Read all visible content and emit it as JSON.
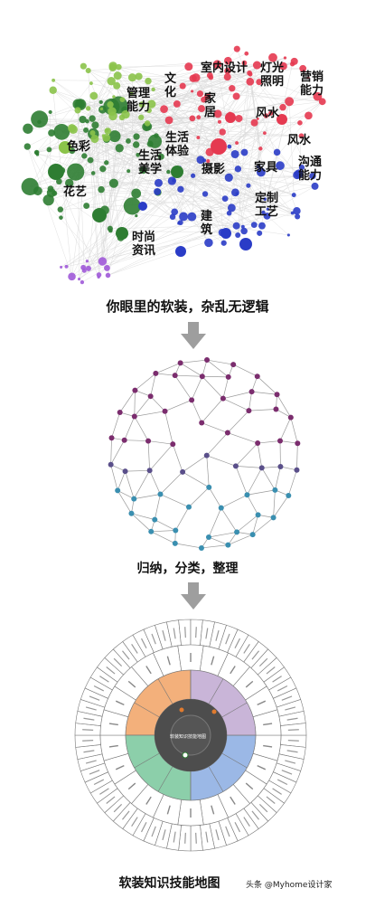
{
  "network": {
    "labels": [
      "室内设计",
      "灯光\n照明",
      "文化",
      "管理\n能力",
      "营销\n能力",
      "家\n居",
      "风水",
      "风水",
      "色彩",
      "生活\n体验",
      "生活\n美学",
      "摄影",
      "家具",
      "沟通\n能力",
      "花艺",
      "定制\n工艺",
      "建筑",
      "时尚\n资讯"
    ],
    "colors": {
      "green": "#2e7d32",
      "light_green": "#8bc34a",
      "red": "#e53950",
      "blue": "#2a3cc7",
      "purple": "#a05ad8"
    }
  },
  "captions": {
    "first": "你眼里的软装，杂乱无逻辑",
    "second": "归纳，分类，整理",
    "third": "软装知识技能地图"
  },
  "wheel": {
    "center_label": "软装知识技能地图",
    "inner_colors": [
      "#f3b07b",
      "#8ccfaa",
      "#9bb8e6",
      "#c9b5d8"
    ]
  },
  "watermark": "头条 @Myhome设计家"
}
